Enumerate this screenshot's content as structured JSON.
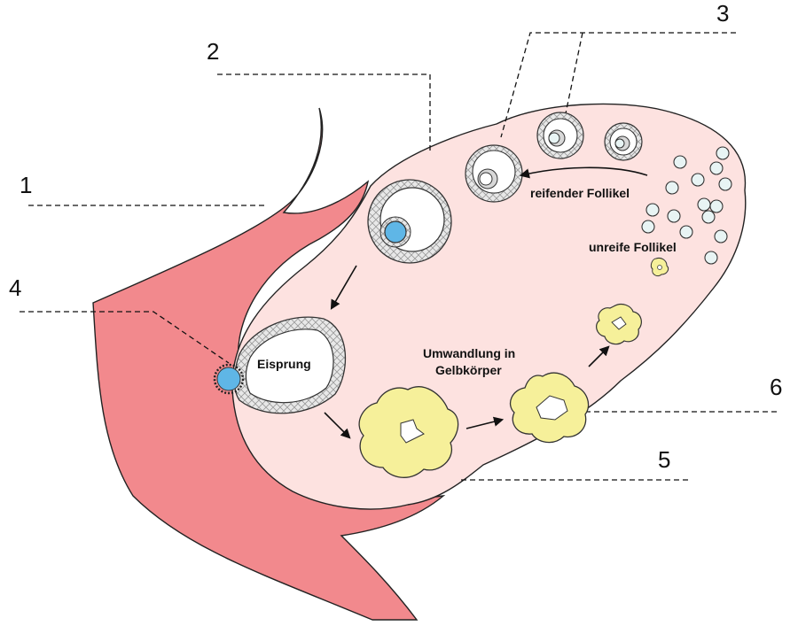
{
  "numbers": [
    "1",
    "2",
    "3",
    "4",
    "5",
    "6"
  ],
  "labels": {
    "reifender_follikel": "reifender Follikel",
    "unreife_follikel": "unreife Follikel",
    "eisprung": "Eisprung",
    "umwandlung_line1": "Umwandlung in",
    "umwandlung_line2": "Gelbkörper"
  },
  "colors": {
    "tube": "#f2898d",
    "ovary": "#fde2e0",
    "egg": "#5fb6e6",
    "corpus_luteum": "#f6f09a",
    "follicle_wall": "#c9c9c9"
  }
}
